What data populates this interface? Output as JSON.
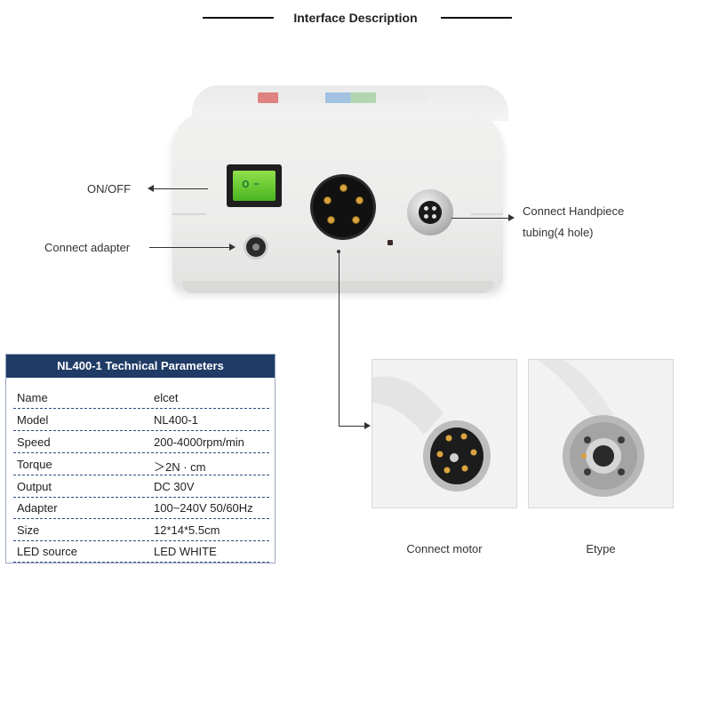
{
  "header": {
    "title": "Interface Description"
  },
  "callouts": {
    "on_off": "ON/OFF",
    "adapter": "Connect adapter",
    "handpiece_line1": "Connect Handpiece",
    "handpiece_line2": "tubing(4 hole)"
  },
  "switch_symbol": "o  –",
  "specs": {
    "title": "NL400-1  Technical Parameters",
    "rows": [
      {
        "key": "Name",
        "value": "elcet"
      },
      {
        "key": "Model",
        "value": "NL400-1"
      },
      {
        "key": "Speed",
        "value": "200-4000rpm/min"
      },
      {
        "key": "Torque",
        "value": "＞2N · cm"
      },
      {
        "key": "Output",
        "value": "DC 30V"
      },
      {
        "key": "Adapter",
        "value": "100~240V 50/60Hz"
      },
      {
        "key": "Size",
        "value": "12*14*5.5cm"
      },
      {
        "key": "LED source",
        "value": "LED WHITE"
      }
    ]
  },
  "photos": {
    "motor_caption": "Connect motor",
    "etype_caption": "Etype"
  },
  "colors": {
    "table_header": "#1f3b66",
    "switch_green": "#49b520",
    "pin_gold": "#d9a441"
  }
}
